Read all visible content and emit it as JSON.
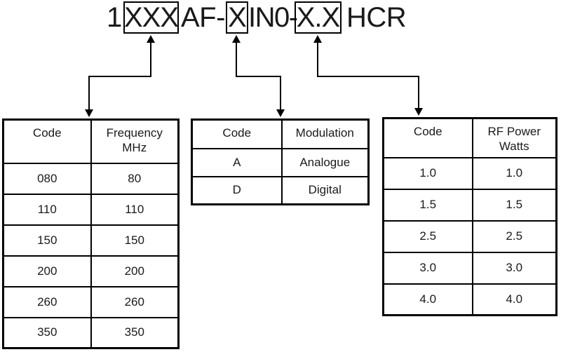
{
  "title": {
    "full": "1XXX AF-XIN0-X.X HCR",
    "parts": [
      {
        "text": "1",
        "boxed": false
      },
      {
        "text": "XXX",
        "boxed": true
      },
      {
        "text": "AF-",
        "boxed": false
      },
      {
        "text": "X",
        "boxed": true
      },
      {
        "text": "IN0-",
        "boxed": false
      },
      {
        "text": "X.X",
        "boxed": true
      },
      {
        "text": "HCR",
        "boxed": false
      }
    ]
  },
  "tables": {
    "frequency": {
      "headers": [
        "Code",
        "Frequency\nMHz"
      ],
      "rows": [
        [
          "080",
          "80"
        ],
        [
          "110",
          "110"
        ],
        [
          "150",
          "150"
        ],
        [
          "200",
          "200"
        ],
        [
          "260",
          "260"
        ],
        [
          "350",
          "350"
        ]
      ]
    },
    "modulation": {
      "headers": [
        "Code",
        "Modulation"
      ],
      "rows": [
        [
          "A",
          "Analogue"
        ],
        [
          "D",
          "Digital"
        ]
      ]
    },
    "rf_power": {
      "headers": [
        "Code",
        "RF Power\nWatts"
      ],
      "rows": [
        [
          "1.0",
          "1.0"
        ],
        [
          "1.5",
          "1.5"
        ],
        [
          "2.5",
          "2.5"
        ],
        [
          "3.0",
          "3.0"
        ],
        [
          "4.0",
          "4.0"
        ]
      ]
    }
  },
  "colors": {
    "line": "#000000",
    "background": "#ffffff",
    "text": "#1a1a1a"
  }
}
